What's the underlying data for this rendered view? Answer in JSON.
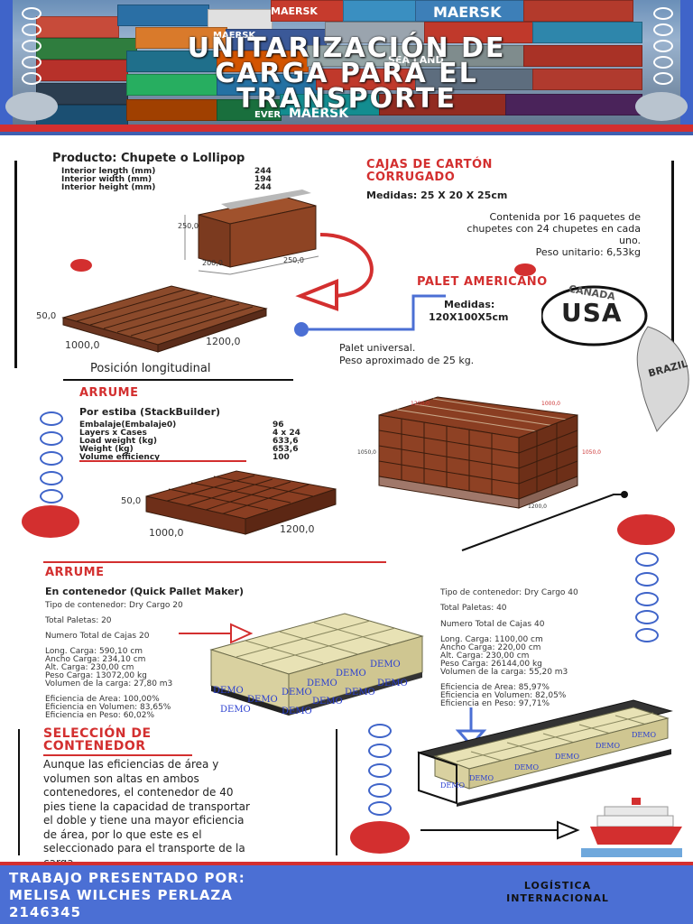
{
  "header": {
    "title_line1": "UNITARIZACIÓN DE",
    "title_line2": "CARGA PARA EL",
    "title_line3": "TRANSPORTE",
    "container_brands": [
      "MAERSK",
      "MAERSK",
      "MAERSK",
      "MAERSK",
      "SEA LAND",
      "EVER"
    ]
  },
  "product": {
    "title": "Producto: Chupete o Lollipop",
    "specs": [
      {
        "label": "Interior length (mm)",
        "value": "244"
      },
      {
        "label": "Interior width (mm)",
        "value": "194"
      },
      {
        "label": "Interior height (mm)",
        "value": "244"
      }
    ],
    "box_dim_h": "250,0",
    "box_dim_w": "200,0",
    "box_dim_d": "250,0"
  },
  "cajas": {
    "heading1": "CAJAS DE CARTÓN",
    "heading2": "CORRUGADO",
    "medidas": "Medidas: 25 X 20 X 25cm",
    "desc1": "Contenida por 16 paquetes de",
    "desc2": "chupetes con 24 chupetes en cada",
    "desc3": "uno.",
    "peso": "Peso unitario: 6,53kg"
  },
  "palet": {
    "heading": "PALET AMERICANO",
    "medidas_label": "Medidas:",
    "medidas_value": "120X100X5cm",
    "desc1": "Palet universal.",
    "desc2": "Peso aproximado de 25 kg.",
    "dim_h": "50,0",
    "dim_w": "1000,0",
    "dim_l": "1200,0",
    "caption": "Posición longitudinal",
    "stamp_top": "CANADA",
    "stamp_main": "USA",
    "stamp_side": "BRAZIL"
  },
  "arrume1": {
    "heading": "ARRUME",
    "subtitle": "Por estiba (StackBuilder)",
    "rows": [
      {
        "label": "Embalaje(Embalaje0)",
        "value": "96"
      },
      {
        "label": "Layers x Cases",
        "value": "4 x 24"
      },
      {
        "label": "Load weight (kg)",
        "value": "633,6"
      },
      {
        "label": "Weight (kg)",
        "value": "653,6"
      },
      {
        "label": "Volume efficiency",
        "value": "100"
      }
    ],
    "dim_h": "50,0",
    "dim_w": "1000,0",
    "dim_l": "1200,0",
    "stack_top": "1200,0",
    "stack_side": "1000,0",
    "stack_h": "1050,0",
    "stack_bottom": "1200,0"
  },
  "arrume2": {
    "heading": "ARRUME",
    "subtitle": "En contenedor (Quick Pallet Maker)",
    "c20": [
      "Tipo de contenedor: Dry Cargo 20",
      "Total Paletas: 20",
      "Numero Total de Cajas 20",
      "Long. Carga: 590,10 cm",
      "Ancho Carga: 234,10 cm",
      "Alt. Carga: 230,00 cm",
      "Peso Carga: 13072,00 kg",
      "Volumen de la carga: 27,80 m3",
      "Eficiencia de Area: 100,00%",
      "Eficiencia en Volumen: 83,65%",
      "Eficiencia en Peso: 60,02%"
    ],
    "c40": [
      "Tipo de contenedor: Dry Cargo 40",
      "Total Paletas: 40",
      "Numero Total de Cajas 40",
      "Long. Carga: 1100,00 cm",
      "Ancho Carga: 220,00 cm",
      "Alt. Carga: 230,00 cm",
      "Peso Carga: 26144,00 kg",
      "Volumen de la carga: 55,20 m3",
      "Eficiencia de Area: 85,97%",
      "Eficiencia en Volumen: 82,05%",
      "Eficiencia en Peso: 97,71%"
    ],
    "demo": "DEMO"
  },
  "seleccion": {
    "heading1": "SELECCIÓN DE",
    "heading2": "CONTENEDOR",
    "lines": [
      "Aunque las eficiencias de área y",
      "volumen son altas en ambos",
      "contenedores, el contenedor de 40",
      "pies tiene la capacidad de transportar",
      "el doble y tiene una mayor eficiencia",
      "de área, por lo que este es el",
      "seleccionado para el transporte de la",
      "carga."
    ]
  },
  "footer": {
    "line1": "TRABAJO PRESENTADO POR:",
    "line2": "MELISA WILCHES PERLAZA",
    "line3": "2146345",
    "course1": "LOGÍSTICA",
    "course2": "INTERNACIONAL"
  },
  "colors": {
    "accent_red": "#d32f2f",
    "accent_blue": "#4b6fd4",
    "brick": "#8a3e22"
  }
}
